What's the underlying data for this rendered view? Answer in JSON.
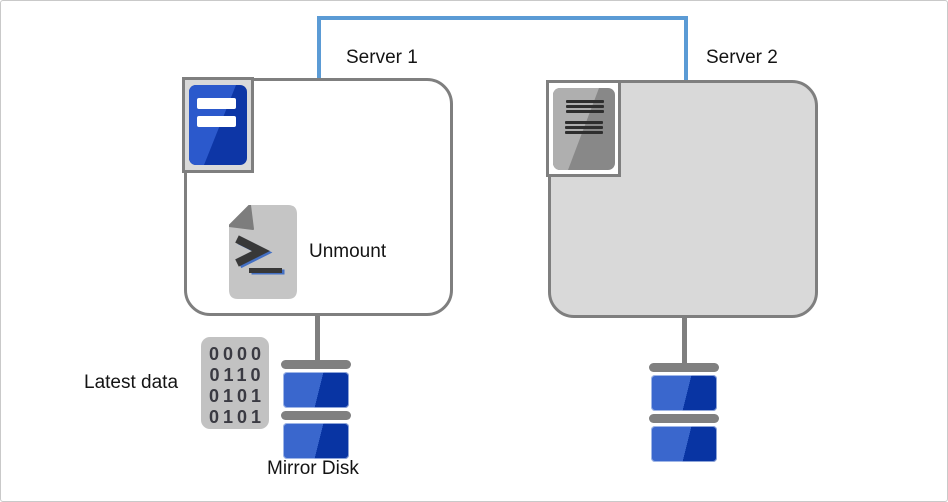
{
  "diagram": {
    "kind": "mirror-disk-cluster",
    "interconnect": {
      "color": "#5B9BD5"
    },
    "server1": {
      "label": "Server 1",
      "state": "active",
      "action_label": "Unmount"
    },
    "server2": {
      "label": "Server 2",
      "state": "standby"
    },
    "latest_data": {
      "label": "Latest data",
      "rows": [
        "0000",
        "0110",
        "0101",
        "0101"
      ]
    },
    "mirror_disk": {
      "label": "Mirror Disk"
    },
    "palette": {
      "link_blue": "#5B9BD5",
      "border_gray": "#7F7F7F",
      "box_gray": "#D9D9D9",
      "disk_blue_left": "#3A67CD",
      "disk_blue_right": "#0834A3",
      "server_icon_blue": "#1C46C4",
      "script_paper_gray": "#C5C5C5"
    }
  }
}
